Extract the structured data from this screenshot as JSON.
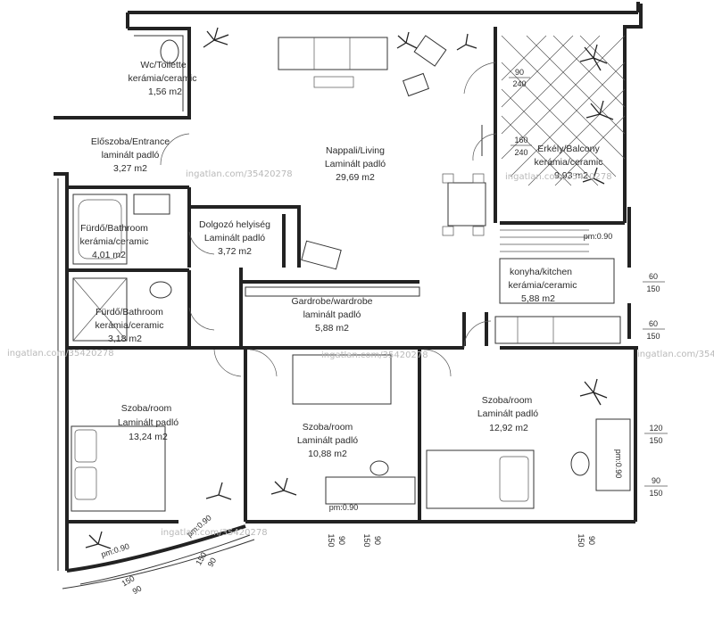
{
  "rooms": {
    "wc": {
      "name": "Wc/Toilette",
      "floor": "kerámia/ceramic",
      "area": "1,56 m2"
    },
    "entrance": {
      "name": "Előszoba/Entrance",
      "floor": "laminált padló",
      "area": "3,27 m2"
    },
    "living": {
      "name": "Nappali/Living",
      "floor": "Laminált padló",
      "area": "29,69 m2"
    },
    "balcony": {
      "name": "Erkély/Balcony",
      "floor": "kerámia/ceramic",
      "area": "9,93 m2"
    },
    "bath1": {
      "name": "Fürdő/Bathroom",
      "floor": "kerámia/ceramic",
      "area": "4,01 m2"
    },
    "study": {
      "name": "Dolgozó helyiség",
      "floor": "Laminált padló",
      "area": "3,72 m2"
    },
    "kitchen": {
      "name": "konyha/kitchen",
      "floor": "kerámia/ceramic",
      "area": "5,88 m2"
    },
    "bath2": {
      "name": "Fürdő/Bathroom",
      "floor": "kerámia/ceramic",
      "area": "3,18 m2"
    },
    "wardrobe": {
      "name": "Gardrobe/wardrobe",
      "floor": "laminált padló",
      "area": "5,88 m2"
    },
    "room1": {
      "name": "Szoba/room",
      "floor": "Laminált padló",
      "area": "13,24 m2"
    },
    "room2": {
      "name": "Szoba/room",
      "floor": "Laminált padló",
      "area": "10,88 m2"
    },
    "room3": {
      "name": "Szoba/room",
      "floor": "Laminált padló",
      "area": "12,92 m2"
    }
  },
  "dimensions": {
    "balcony_door_w": "90",
    "balcony_door_h": "240",
    "balcony_door2_w": "160",
    "balcony_door2_h": "240",
    "kitchen_parapet": "pm:0.90",
    "kitchen_win1_w": "60",
    "kitchen_win1_h": "150",
    "kitchen_win2_w": "60",
    "kitchen_win2_h": "150",
    "room3_win1_w": "120",
    "room3_win1_h": "150",
    "room3_win2_w": "90",
    "room3_win2_h": "150",
    "room3_parapet": "pm:0.90",
    "room2_parapet": "pm:0.90",
    "room2_win_w": "90",
    "room2_win_h": "150",
    "room2_win2_w": "90",
    "room2_win2_h": "150",
    "room3_bottom_w": "90",
    "room3_bottom_h": "150",
    "room1_parapet": "pm:0.90",
    "room1_win_w": "90",
    "room1_win_h": "150",
    "room1_win2_w": "90",
    "room1_win2_h": "150",
    "living_parapet": "pm:0.90"
  },
  "watermarks": [
    "ingatlan.com/35420278",
    "ingatlan.com/35420278",
    "ingatlan.com/35420278",
    "ingatlan.com/35420278",
    "ingatlan.com/35420278",
    "ingatlan.com/35420278"
  ]
}
